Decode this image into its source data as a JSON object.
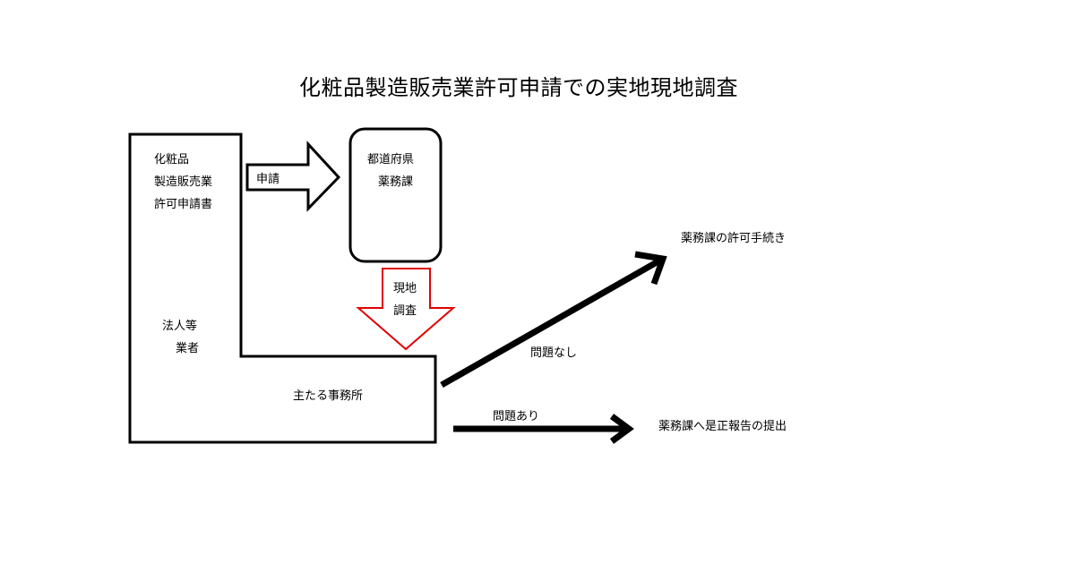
{
  "title": "化粧品製造販売業許可申請での実地現地調査",
  "application_doc": {
    "lines": [
      "化粧品",
      "製造販売業",
      "許可申請書"
    ]
  },
  "applicant": {
    "lines": [
      "法人等",
      "業者"
    ]
  },
  "main_office": {
    "label": "主たる事務所"
  },
  "apply_arrow": {
    "label": "申請"
  },
  "prefecture": {
    "lines": [
      "都道府県",
      "薬務課"
    ]
  },
  "inspection_arrow": {
    "lines": [
      "現地",
      "調査"
    ],
    "color": "#e00000"
  },
  "no_issue": {
    "edge_label": "問題なし",
    "target": "薬務課の許可手続き"
  },
  "issue": {
    "edge_label": "問題あり",
    "target": "薬務課へ是正報告の提出"
  }
}
